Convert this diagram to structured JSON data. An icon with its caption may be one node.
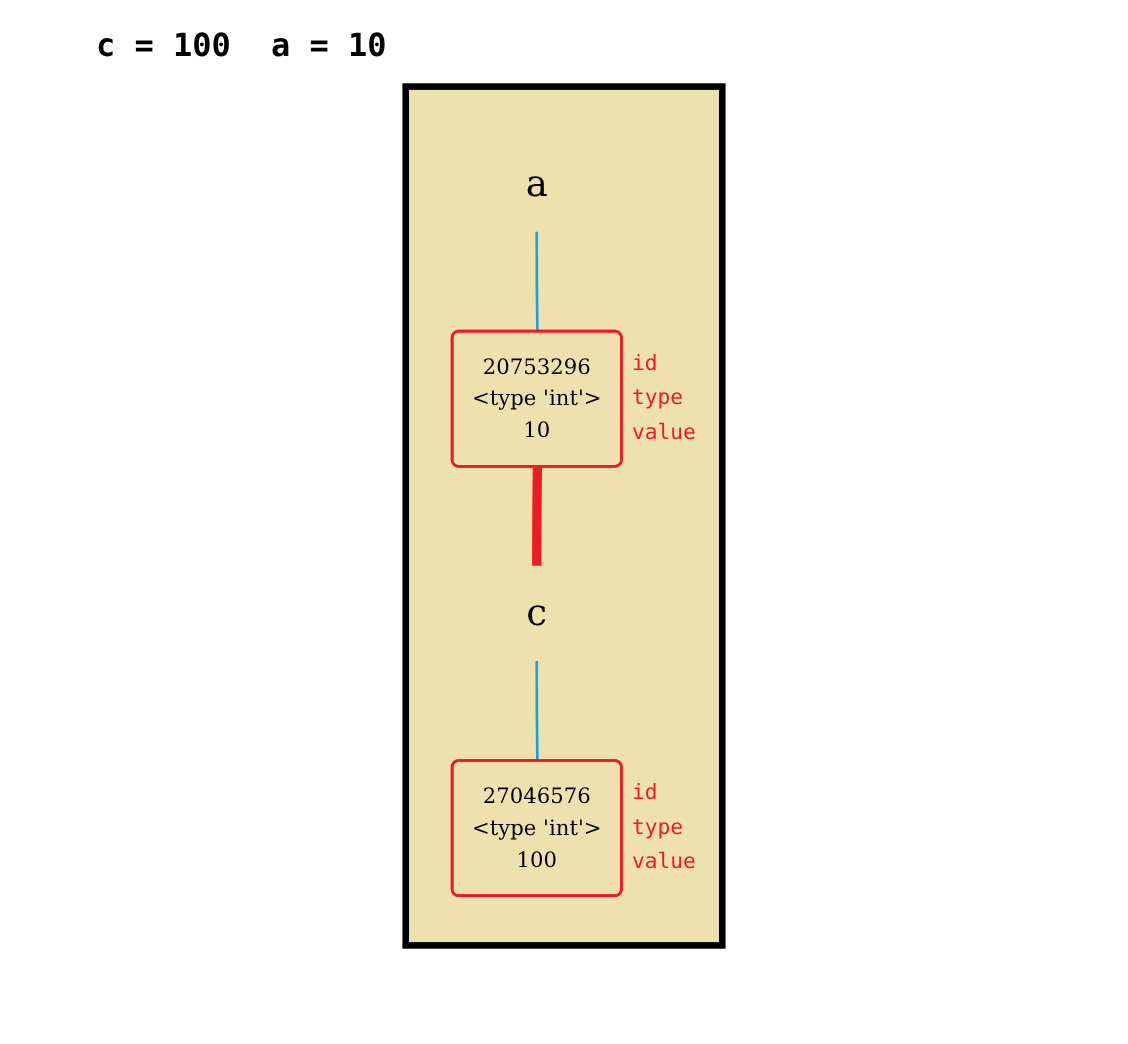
{
  "diagram": {
    "nodes": [
      {
        "text": [],
        "shape": "box"
      },
      {
        "text": [
          "a"
        ],
        "in": 0
      },
      {
        "text": [
          "c"
        ],
        "in": 0
      },
      {
        "text": [
          "20753296",
          "<type 'int'>",
          "10"
        ],
        "beside": [
          "id",
          "type",
          "value"
        ],
        "in": 0
      },
      {
        "text": [
          "27046576",
          "<type 'int'>",
          "100"
        ],
        "beside": [
          "id",
          "type",
          "value"
        ],
        "in": 0
      }
    ],
    "edges": [
      {
        "from": 1,
        "to": 3,
        "arrow": "none"
      },
      {
        "from": 3,
        "to": 2,
        "arrow": "none",
        "style": "thick",
        "color": "#ed1c24"
      },
      {
        "from": 2,
        "to": 4,
        "arrow": "none"
      }
    ],
    "labels": [
      "c = 100",
      "a = 10"
    ]
  }
}
